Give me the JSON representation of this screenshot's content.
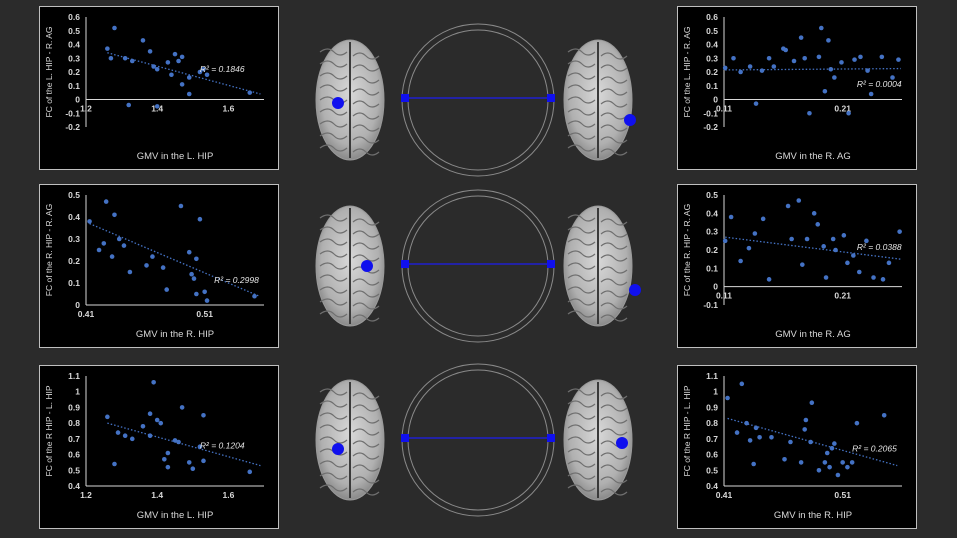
{
  "chart_data": [
    {
      "type": "scatter",
      "id": "left-top",
      "xlabel": "GMV in the L. HIP",
      "ylabel": "FC of the L. HIP - R. AG",
      "xlim": [
        1.2,
        1.7
      ],
      "ylim": [
        -0.2,
        0.6
      ],
      "xticks": [
        {
          "v": 1.2,
          "t": "1.2"
        },
        {
          "v": 1.4,
          "t": "1.4"
        },
        {
          "v": 1.6,
          "t": "1.6"
        }
      ],
      "yticks": [
        {
          "v": -0.2,
          "t": "-0.2"
        },
        {
          "v": -0.1,
          "t": "-0.1"
        },
        {
          "v": 0,
          "t": "0"
        },
        {
          "v": 0.1,
          "t": "0.1"
        },
        {
          "v": 0.2,
          "t": "0.2"
        },
        {
          "v": 0.3,
          "t": "0.3"
        },
        {
          "v": 0.4,
          "t": "0.4"
        },
        {
          "v": 0.5,
          "t": "0.5"
        },
        {
          "v": 0.6,
          "t": "0.6"
        }
      ],
      "trend": {
        "x1": 1.26,
        "y1": 0.34,
        "x2": 1.69,
        "y2": 0.04
      },
      "annotation": "R² = 0.1846",
      "annotation_pos": [
        1.52,
        0.2
      ],
      "points": [
        [
          1.28,
          0.52
        ],
        [
          1.26,
          0.37
        ],
        [
          1.27,
          0.3
        ],
        [
          1.31,
          0.3
        ],
        [
          1.33,
          0.28
        ],
        [
          1.36,
          0.43
        ],
        [
          1.38,
          0.35
        ],
        [
          1.39,
          0.24
        ],
        [
          1.4,
          0.22
        ],
        [
          1.43,
          0.27
        ],
        [
          1.44,
          0.18
        ],
        [
          1.45,
          0.33
        ],
        [
          1.46,
          0.28
        ],
        [
          1.47,
          0.31
        ],
        [
          1.47,
          0.11
        ],
        [
          1.49,
          0.16
        ],
        [
          1.52,
          0.2
        ],
        [
          1.53,
          0.22
        ],
        [
          1.54,
          0.18
        ],
        [
          1.49,
          0.04
        ],
        [
          1.32,
          -0.04
        ],
        [
          1.4,
          -0.05
        ],
        [
          1.66,
          0.05
        ]
      ]
    },
    {
      "type": "scatter",
      "id": "left-mid",
      "xlabel": "GMV in the R. HIP",
      "ylabel": "FC of the R. HIP - R. AG",
      "xlim": [
        0.41,
        0.56
      ],
      "ylim": [
        0,
        0.5
      ],
      "xticks": [
        {
          "v": 0.41,
          "t": "0.41"
        },
        {
          "v": 0.51,
          "t": "0.51"
        }
      ],
      "yticks": [
        {
          "v": 0,
          "t": "0"
        },
        {
          "v": 0.1,
          "t": "0.1"
        },
        {
          "v": 0.2,
          "t": "0.2"
        },
        {
          "v": 0.3,
          "t": "0.3"
        },
        {
          "v": 0.4,
          "t": "0.4"
        },
        {
          "v": 0.5,
          "t": "0.5"
        }
      ],
      "trend": {
        "x1": 0.413,
        "y1": 0.37,
        "x2": 0.556,
        "y2": 0.04
      },
      "annotation": "R² = 0.2998",
      "annotation_pos": [
        0.518,
        0.1
      ],
      "points": [
        [
          0.413,
          0.38
        ],
        [
          0.421,
          0.25
        ],
        [
          0.425,
          0.28
        ],
        [
          0.427,
          0.47
        ],
        [
          0.432,
          0.22
        ],
        [
          0.434,
          0.41
        ],
        [
          0.438,
          0.3
        ],
        [
          0.442,
          0.27
        ],
        [
          0.447,
          0.15
        ],
        [
          0.461,
          0.18
        ],
        [
          0.466,
          0.22
        ],
        [
          0.475,
          0.17
        ],
        [
          0.478,
          0.07
        ],
        [
          0.49,
          0.45
        ],
        [
          0.497,
          0.24
        ],
        [
          0.499,
          0.14
        ],
        [
          0.501,
          0.12
        ],
        [
          0.503,
          0.21
        ],
        [
          0.503,
          0.05
        ],
        [
          0.506,
          0.39
        ],
        [
          0.51,
          0.06
        ],
        [
          0.512,
          0.02
        ],
        [
          0.552,
          0.04
        ]
      ]
    },
    {
      "type": "scatter",
      "id": "left-bot",
      "xlabel": "GMV in the L. HIP",
      "ylabel": "FC of the R HIP - L. HIP",
      "xlim": [
        1.2,
        1.7
      ],
      "ylim": [
        0.4,
        1.1
      ],
      "xticks": [
        {
          "v": 1.2,
          "t": "1.2"
        },
        {
          "v": 1.4,
          "t": "1.4"
        },
        {
          "v": 1.6,
          "t": "1.6"
        }
      ],
      "yticks": [
        {
          "v": 0.4,
          "t": "0.4"
        },
        {
          "v": 0.5,
          "t": "0.5"
        },
        {
          "v": 0.6,
          "t": "0.6"
        },
        {
          "v": 0.7,
          "t": "0.7"
        },
        {
          "v": 0.8,
          "t": "0.8"
        },
        {
          "v": 0.9,
          "t": "0.9"
        },
        {
          "v": 1,
          "t": "1"
        },
        {
          "v": 1.1,
          "t": "1.1"
        }
      ],
      "trend": {
        "x1": 1.26,
        "y1": 0.8,
        "x2": 1.69,
        "y2": 0.53
      },
      "annotation": "R² = 0.1204",
      "annotation_pos": [
        1.52,
        0.64
      ],
      "points": [
        [
          1.26,
          0.84
        ],
        [
          1.28,
          0.54
        ],
        [
          1.29,
          0.74
        ],
        [
          1.31,
          0.72
        ],
        [
          1.33,
          0.7
        ],
        [
          1.36,
          0.78
        ],
        [
          1.38,
          0.86
        ],
        [
          1.38,
          0.72
        ],
        [
          1.39,
          1.06
        ],
        [
          1.4,
          0.82
        ],
        [
          1.41,
          0.8
        ],
        [
          1.42,
          0.57
        ],
        [
          1.43,
          0.61
        ],
        [
          1.43,
          0.52
        ],
        [
          1.45,
          0.69
        ],
        [
          1.46,
          0.68
        ],
        [
          1.47,
          0.9
        ],
        [
          1.49,
          0.55
        ],
        [
          1.5,
          0.51
        ],
        [
          1.52,
          0.65
        ],
        [
          1.53,
          0.56
        ],
        [
          1.53,
          0.85
        ],
        [
          1.66,
          0.49
        ]
      ]
    },
    {
      "type": "scatter",
      "id": "right-top",
      "xlabel": "GMV in the R. AG",
      "ylabel": "FC of the L. HIP - R. AG",
      "xlim": [
        0.11,
        0.26
      ],
      "ylim": [
        -0.2,
        0.6
      ],
      "xticks": [
        {
          "v": 0.11,
          "t": "0.11"
        },
        {
          "v": 0.21,
          "t": "0.21"
        }
      ],
      "yticks": [
        {
          "v": -0.2,
          "t": "-0.2"
        },
        {
          "v": -0.1,
          "t": "-0.1"
        },
        {
          "v": 0,
          "t": "0"
        },
        {
          "v": 0.1,
          "t": "0.1"
        },
        {
          "v": 0.2,
          "t": "0.2"
        },
        {
          "v": 0.3,
          "t": "0.3"
        },
        {
          "v": 0.4,
          "t": "0.4"
        },
        {
          "v": 0.5,
          "t": "0.5"
        },
        {
          "v": 0.6,
          "t": "0.6"
        }
      ],
      "trend": {
        "x1": 0.111,
        "y1": 0.215,
        "x2": 0.259,
        "y2": 0.225
      },
      "annotation": "R² = 0.0004",
      "annotation_pos": [
        0.222,
        0.09
      ],
      "points": [
        [
          0.111,
          0.23
        ],
        [
          0.118,
          0.3
        ],
        [
          0.124,
          0.2
        ],
        [
          0.132,
          0.24
        ],
        [
          0.137,
          -0.03
        ],
        [
          0.142,
          0.21
        ],
        [
          0.148,
          0.3
        ],
        [
          0.152,
          0.24
        ],
        [
          0.16,
          0.37
        ],
        [
          0.162,
          0.36
        ],
        [
          0.169,
          0.28
        ],
        [
          0.175,
          0.45
        ],
        [
          0.178,
          0.3
        ],
        [
          0.182,
          -0.1
        ],
        [
          0.19,
          0.31
        ],
        [
          0.192,
          0.52
        ],
        [
          0.195,
          0.06
        ],
        [
          0.198,
          0.43
        ],
        [
          0.2,
          0.22
        ],
        [
          0.203,
          0.16
        ],
        [
          0.209,
          0.27
        ],
        [
          0.215,
          -0.1
        ],
        [
          0.22,
          0.29
        ],
        [
          0.225,
          0.31
        ],
        [
          0.231,
          0.21
        ],
        [
          0.234,
          0.04
        ],
        [
          0.243,
          0.31
        ],
        [
          0.252,
          0.16
        ],
        [
          0.257,
          0.29
        ]
      ]
    },
    {
      "type": "scatter",
      "id": "right-mid",
      "xlabel": "GMV in the R. AG",
      "ylabel": "FC of the R. HIP - R. AG",
      "xlim": [
        0.11,
        0.26
      ],
      "ylim": [
        -0.1,
        0.5
      ],
      "xticks": [
        {
          "v": 0.11,
          "t": "0.11"
        },
        {
          "v": 0.21,
          "t": "0.21"
        }
      ],
      "yticks": [
        {
          "v": -0.1,
          "t": "-0.1"
        },
        {
          "v": 0,
          "t": "0"
        },
        {
          "v": 0.1,
          "t": "0.1"
        },
        {
          "v": 0.2,
          "t": "0.2"
        },
        {
          "v": 0.3,
          "t": "0.3"
        },
        {
          "v": 0.4,
          "t": "0.4"
        },
        {
          "v": 0.5,
          "t": "0.5"
        }
      ],
      "trend": {
        "x1": 0.111,
        "y1": 0.27,
        "x2": 0.259,
        "y2": 0.15
      },
      "annotation": "R² = 0.0388",
      "annotation_pos": [
        0.222,
        0.2
      ],
      "points": [
        [
          0.111,
          0.25
        ],
        [
          0.116,
          0.38
        ],
        [
          0.124,
          0.14
        ],
        [
          0.131,
          0.21
        ],
        [
          0.136,
          0.29
        ],
        [
          0.143,
          0.37
        ],
        [
          0.148,
          0.04
        ],
        [
          0.164,
          0.44
        ],
        [
          0.167,
          0.26
        ],
        [
          0.173,
          0.47
        ],
        [
          0.176,
          0.12
        ],
        [
          0.18,
          0.26
        ],
        [
          0.186,
          0.4
        ],
        [
          0.189,
          0.34
        ],
        [
          0.194,
          0.22
        ],
        [
          0.196,
          0.05
        ],
        [
          0.202,
          0.26
        ],
        [
          0.204,
          0.2
        ],
        [
          0.211,
          0.28
        ],
        [
          0.214,
          0.13
        ],
        [
          0.219,
          0.17
        ],
        [
          0.224,
          0.08
        ],
        [
          0.23,
          0.25
        ],
        [
          0.236,
          0.05
        ],
        [
          0.244,
          0.04
        ],
        [
          0.249,
          0.13
        ],
        [
          0.258,
          0.3
        ]
      ]
    },
    {
      "type": "scatter",
      "id": "right-bot",
      "xlabel": "GMV in the R. HIP",
      "ylabel": "FC of the R HIP - L. HIP",
      "xlim": [
        0.41,
        0.56
      ],
      "ylim": [
        0.4,
        1.1
      ],
      "xticks": [
        {
          "v": 0.41,
          "t": "0.41"
        },
        {
          "v": 0.51,
          "t": "0.51"
        }
      ],
      "yticks": [
        {
          "v": 0.4,
          "t": "0.4"
        },
        {
          "v": 0.5,
          "t": "0.5"
        },
        {
          "v": 0.6,
          "t": "0.6"
        },
        {
          "v": 0.7,
          "t": "0.7"
        },
        {
          "v": 0.8,
          "t": "0.8"
        },
        {
          "v": 0.9,
          "t": "0.9"
        },
        {
          "v": 1,
          "t": "1"
        },
        {
          "v": 1.1,
          "t": "1.1"
        }
      ],
      "trend": {
        "x1": 0.413,
        "y1": 0.83,
        "x2": 0.556,
        "y2": 0.53
      },
      "annotation": "R² = 0.2065",
      "annotation_pos": [
        0.518,
        0.62
      ],
      "points": [
        [
          0.413,
          0.96
        ],
        [
          0.421,
          0.74
        ],
        [
          0.425,
          1.05
        ],
        [
          0.429,
          0.8
        ],
        [
          0.432,
          0.69
        ],
        [
          0.435,
          0.54
        ],
        [
          0.437,
          0.77
        ],
        [
          0.44,
          0.71
        ],
        [
          0.45,
          0.71
        ],
        [
          0.461,
          0.57
        ],
        [
          0.466,
          0.68
        ],
        [
          0.475,
          0.55
        ],
        [
          0.478,
          0.76
        ],
        [
          0.479,
          0.82
        ],
        [
          0.483,
          0.68
        ],
        [
          0.484,
          0.93
        ],
        [
          0.49,
          0.5
        ],
        [
          0.495,
          0.55
        ],
        [
          0.497,
          0.61
        ],
        [
          0.499,
          0.52
        ],
        [
          0.501,
          0.64
        ],
        [
          0.503,
          0.67
        ],
        [
          0.506,
          0.47
        ],
        [
          0.51,
          0.55
        ],
        [
          0.514,
          0.52
        ],
        [
          0.518,
          0.55
        ],
        [
          0.522,
          0.8
        ],
        [
          0.545,
          0.85
        ]
      ]
    }
  ],
  "brains": [
    {
      "id": "row1",
      "left_node": "left-hippocampus",
      "right_node": "right-angular-gyrus"
    },
    {
      "id": "row2",
      "left_node": "right-hippocampus",
      "right_node": "right-angular-gyrus"
    },
    {
      "id": "row3",
      "left_node": "left-hippocampus",
      "right_node": "right-hippocampus"
    }
  ],
  "colors": {
    "point": "#4472C4",
    "node": "#1010ee",
    "connection": "#1f1fd0",
    "axis": "#d9d9d9"
  }
}
